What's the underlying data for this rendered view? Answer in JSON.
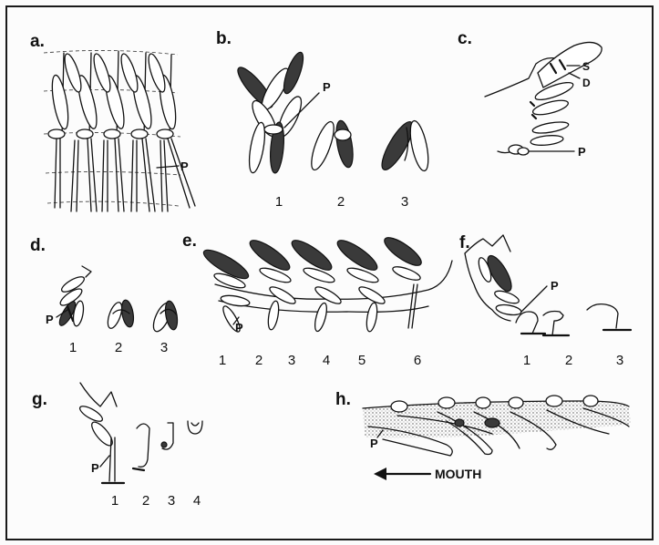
{
  "panels": {
    "a": {
      "label": "a.",
      "pointer": "P"
    },
    "b": {
      "label": "b.",
      "pointer": "P",
      "numbers": [
        "1",
        "2",
        "3"
      ]
    },
    "c": {
      "label": "c.",
      "pointer": "P",
      "s_label": "S",
      "d_label": "D"
    },
    "d": {
      "label": "d.",
      "pointer": "P",
      "numbers": [
        "1",
        "2",
        "3"
      ]
    },
    "e": {
      "label": "e.",
      "pointer": "P",
      "numbers": [
        "1",
        "2",
        "3",
        "4",
        "5",
        "6"
      ]
    },
    "f": {
      "label": "f.",
      "pointer": "P",
      "numbers": [
        "1",
        "2",
        "3"
      ]
    },
    "g": {
      "label": "g.",
      "pointer": "P",
      "numbers": [
        "1",
        "2",
        "3",
        "4"
      ]
    },
    "h": {
      "label": "h.",
      "pointer": "P",
      "direction_label": "MOUTH"
    }
  },
  "colors": {
    "ink": "#111111",
    "background": "#fcfcfc",
    "stipple": "#bdbdbd"
  }
}
